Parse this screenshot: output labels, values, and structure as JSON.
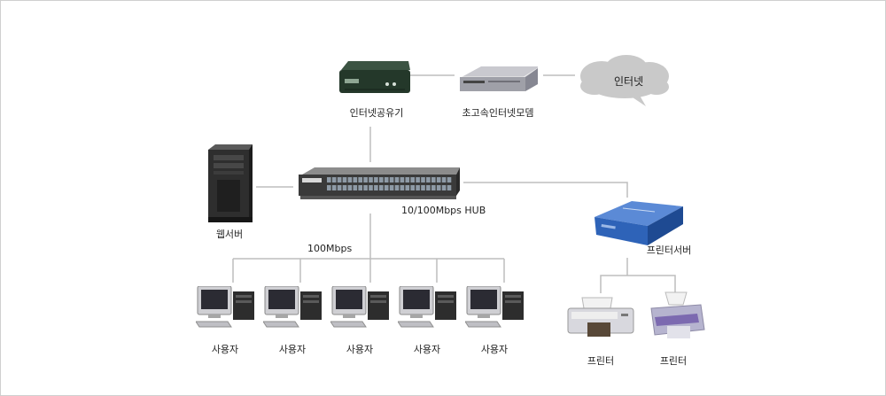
{
  "labels": {
    "router": "인터넷공유기",
    "modem": "초고속인터넷모뎀",
    "internet": "인터넷",
    "server": "웹서버",
    "hub": "10/100Mbps HUB",
    "speed": "100Mbps",
    "print_server": "프린터서버",
    "users": [
      "사용자",
      "사용자",
      "사용자",
      "사용자",
      "사용자"
    ],
    "printers": [
      "프린터",
      "프린터"
    ]
  },
  "colors": {
    "line": "#bdbdbd",
    "cloud": "#c9c9c9",
    "router_body": "#24382a",
    "print_server_body": "#2e63b8"
  },
  "icons": [
    "router-icon",
    "modem-icon",
    "cloud-icon",
    "server-tower-icon",
    "switch-hub-icon",
    "print-server-icon",
    "computer-icon",
    "printer-icon"
  ]
}
